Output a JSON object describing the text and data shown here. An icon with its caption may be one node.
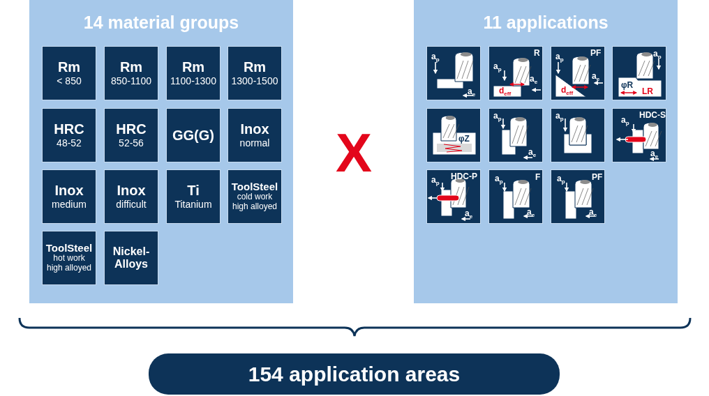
{
  "diagram": {
    "nodes": [
      {
        "text": [
          "14 material groups"
        ]
      },
      {
        "text": [
          "Rm",
          "< 850"
        ],
        "in": 0
      },
      {
        "text": [
          "Rm",
          "850-1100"
        ],
        "in": 0
      },
      {
        "text": [
          "Rm",
          "1100-1300"
        ],
        "in": 0
      },
      {
        "text": [
          "Rm",
          "1300-1500"
        ],
        "in": 0
      },
      {
        "text": [
          "HRC",
          "48-52"
        ],
        "in": 0
      },
      {
        "text": [
          "HRC",
          "52-56"
        ],
        "in": 0
      },
      {
        "text": [
          "GG(G)"
        ],
        "in": 0
      },
      {
        "text": [
          "Inox",
          "normal"
        ],
        "in": 0
      },
      {
        "text": [
          "Inox",
          "medium"
        ],
        "in": 0
      },
      {
        "text": [
          "Inox",
          "difficult"
        ],
        "in": 0
      },
      {
        "text": [
          "Ti",
          "Titanium"
        ],
        "in": 0
      },
      {
        "text": [
          "ToolSteel",
          "cold work high alloyed"
        ],
        "in": 0
      },
      {
        "text": [
          "ToolSteel",
          "hot work high alloyed"
        ],
        "in": 0
      },
      {
        "text": [
          "Nickel-Alloys"
        ],
        "in": 0
      },
      {
        "text": [
          "11 applications"
        ]
      },
      {
        "text": [
          "a$_{p}$",
          "a$_{e}$"
        ],
        "in": 15
      },
      {
        "text": [
          "R",
          "a$_{p}$",
          "a$_{e}$",
          "d$_{eff}$"
        ],
        "in": 15
      },
      {
        "text": [
          "PF",
          "a$_{p}$",
          "a$_{e}$",
          "d$_{eff}$"
        ],
        "in": 15
      },
      {
        "text": [
          "a$_{p}$",
          "φR",
          "LR"
        ],
        "in": 15
      },
      {
        "text": [
          "φZ"
        ],
        "in": 15
      },
      {
        "text": [
          "a$_{p}$",
          "a$_{e}$"
        ],
        "in": 15
      },
      {
        "text": [
          "a$_{p}$"
        ],
        "in": 15
      },
      {
        "text": [
          "HDC-S",
          "a$_{p}$",
          "a$_{e}$"
        ],
        "in": 15
      },
      {
        "text": [
          "HDC-P",
          "a$_{p}$",
          "a$_{e}$"
        ],
        "in": 15
      },
      {
        "text": [
          "F",
          "a$_{p}$",
          "a$_{e}$"
        ],
        "in": 15
      },
      {
        "text": [
          "PF",
          "a$_{p}$",
          "a$_{e}$"
        ],
        "in": 15
      },
      {
        "text": [
          "154 application areas"
        ]
      }
    ],
    "labels": [
      "X"
    ]
  }
}
